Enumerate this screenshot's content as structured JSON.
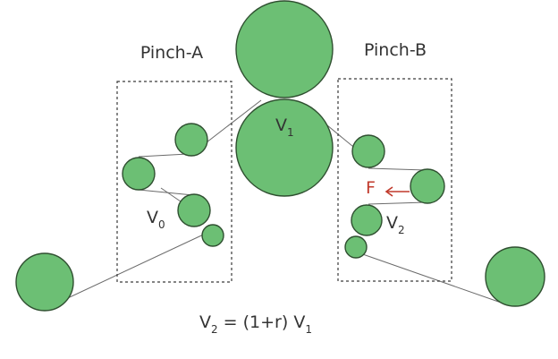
{
  "zones": {
    "a": "Pinch-A",
    "b": "Pinch-B"
  },
  "velocities": {
    "v0": {
      "base": "V",
      "sub": "0"
    },
    "v1": {
      "base": "V",
      "sub": "1"
    },
    "v2": {
      "base": "V",
      "sub": "2"
    }
  },
  "force": {
    "label": "F",
    "color": "#c0392b"
  },
  "equation": {
    "lhs_base": "V",
    "lhs_sub": "2",
    "middle": " = (1+r) ",
    "rhs_base": "V",
    "rhs_sub": "1"
  },
  "colors": {
    "roller_fill": "#6cbf74",
    "roller_stroke": "#2f4f30",
    "web_line": "#6b6b6b"
  }
}
